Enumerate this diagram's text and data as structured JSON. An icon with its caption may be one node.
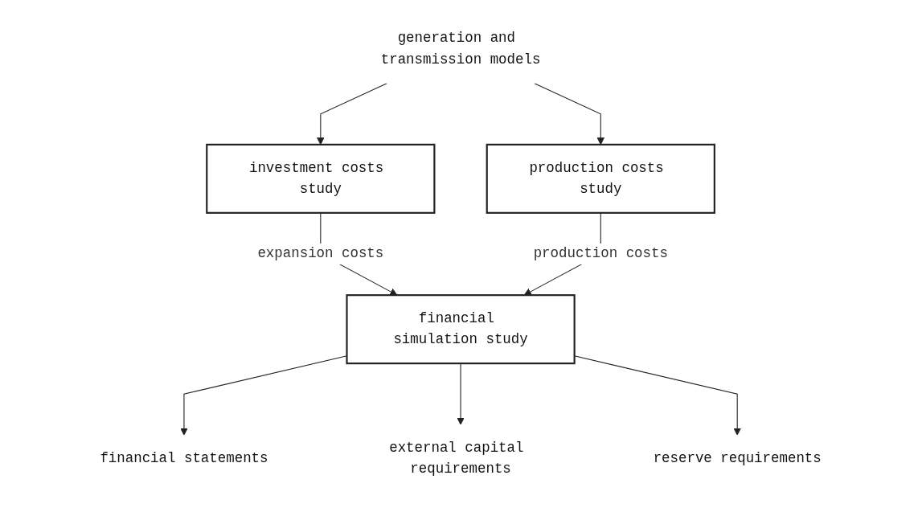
{
  "diagram": {
    "nodes": [
      {
        "text": [
          "generation and transmission models"
        ]
      },
      {
        "text": [
          "investment costs study"
        ]
      },
      {
        "text": [
          "production costs study"
        ]
      },
      {
        "text": [
          "financial simulation study"
        ]
      },
      {
        "text": [
          "financial statements"
        ]
      },
      {
        "text": [
          "external capital requirements"
        ]
      },
      {
        "text": [
          "reserve requirements"
        ]
      }
    ],
    "edges": [
      {
        "from": 0,
        "to": 1,
        "arrow": "to"
      },
      {
        "from": 0,
        "to": 2,
        "arrow": "to"
      },
      {
        "from": 1,
        "to": 3,
        "arrow": "to",
        "label": "expansion costs"
      },
      {
        "from": 2,
        "to": 3,
        "arrow": "to",
        "label": "production costs"
      },
      {
        "from": 3,
        "to": 4,
        "arrow": "to"
      },
      {
        "from": 3,
        "to": 5,
        "arrow": "to"
      },
      {
        "from": 3,
        "to": 6,
        "arrow": "to"
      }
    ]
  }
}
